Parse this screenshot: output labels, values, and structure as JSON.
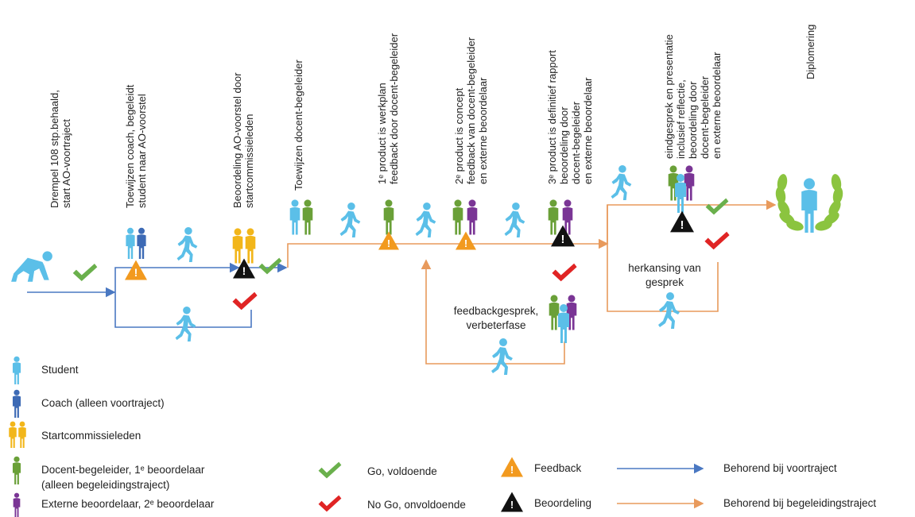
{
  "colors": {
    "student": "#5bbfe8",
    "coach": "#3d6ab5",
    "startcommissie": "#f2b61a",
    "docent": "#6aa038",
    "extern": "#7a3595",
    "go": "#6ab04c",
    "nogo": "#e02424",
    "feedback": "#f29a1f",
    "beoordeling": "#111111",
    "voortraject": "#4a78c2",
    "begeleidingstraject": "#e89a5c",
    "wreath": "#8bc43f"
  },
  "steps": [
    {
      "id": "s1",
      "lines": [
        "Drempel 108 stp.behaald,",
        "start AO-voortraject"
      ]
    },
    {
      "id": "s2",
      "lines": [
        "Toewijzen coach, begeleidt",
        "student naar AO-voorstel"
      ]
    },
    {
      "id": "s3",
      "lines": [
        "Beoordeling AO-voorstel door",
        "startcommissieleden"
      ]
    },
    {
      "id": "s4",
      "lines": [
        "Toewijzen docent-begeleider"
      ]
    },
    {
      "id": "s5",
      "lines": [
        "1ᵉ product is werkplan",
        "feedback door docent-begeleider"
      ]
    },
    {
      "id": "s6",
      "lines": [
        "2ᵉ product is concept",
        "feedback van docent-begeleider",
        "en externe beoordelaar"
      ]
    },
    {
      "id": "s7",
      "lines": [
        "3ᵉ product is definitief rapport",
        "beoordeling door",
        "docent-begeleider",
        "en externe beoordelaar"
      ]
    },
    {
      "id": "s8",
      "lines": [
        "eindgesprek en presentatie",
        "inclusief reflectie,",
        "beoordeling door",
        "docent-begeleider",
        "en externe beoordelaar"
      ]
    },
    {
      "id": "s9",
      "lines": [
        "Diplomering"
      ]
    }
  ],
  "notes": {
    "feedbackgesprek_1": "feedbackgesprek,",
    "feedbackgesprek_2": "verbeterfase",
    "herkansing_1": "herkansing van",
    "herkansing_2": "gesprek"
  },
  "legend": {
    "roles": [
      {
        "icon": "student-icon",
        "label": "Student"
      },
      {
        "icon": "coach-icon",
        "label": "Coach (alleen voortraject)"
      },
      {
        "icon": "startcommissie-icon",
        "label": "Startcommissieleden"
      },
      {
        "icon": "docent-icon",
        "label": "Docent-begeleider, 1ᵉ beoordelaar",
        "label2": "(alleen begeleidingstraject)"
      },
      {
        "icon": "extern-icon",
        "label": "Externe beoordelaar, 2ᵉ beoordelaar"
      }
    ],
    "go": "Go, voldoende",
    "nogo": "No Go, onvoldoende",
    "feedback": "Feedback",
    "beoordeling": "Beoordeling",
    "voortraject": "Behorend bij voortraject",
    "begeleidingstraject": "Behorend bij begeleidingstraject"
  }
}
